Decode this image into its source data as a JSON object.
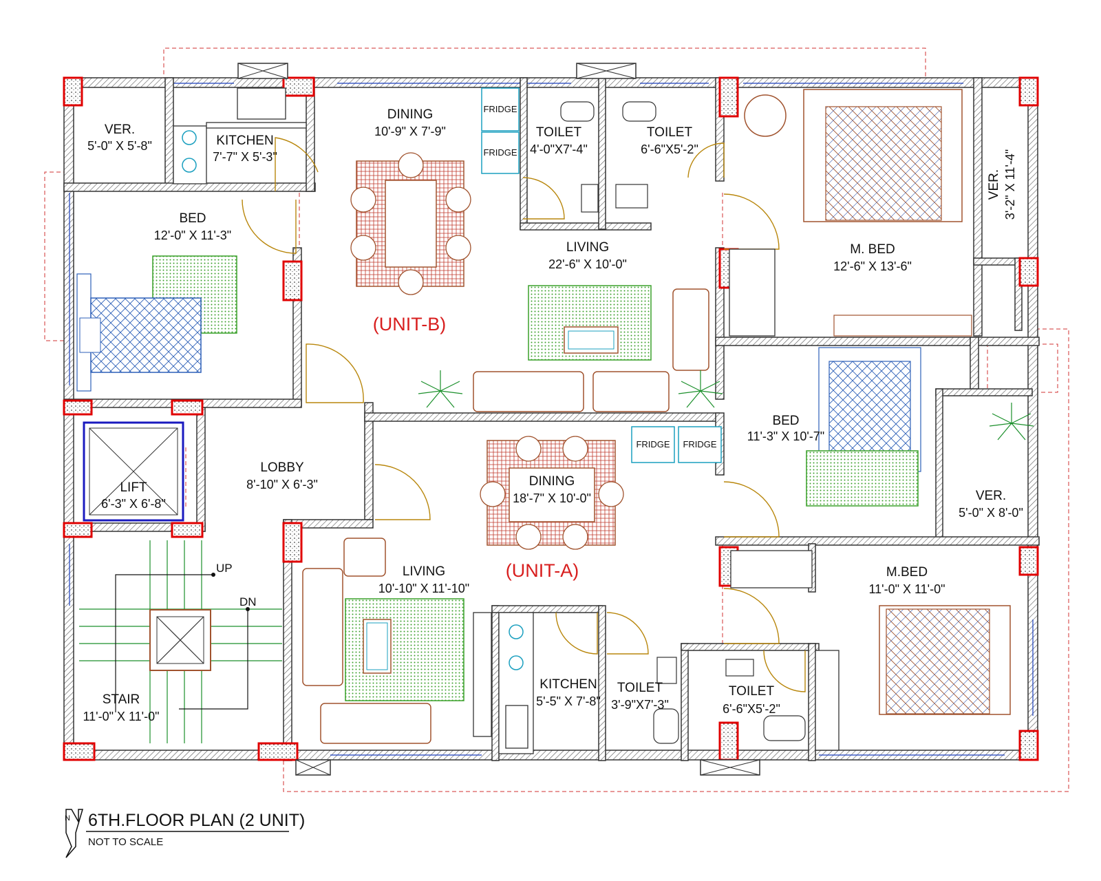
{
  "plan": {
    "title": "6TH.FLOOR PLAN (2 UNIT)",
    "subtitle": "NOT TO SCALE",
    "north_symbol": "N",
    "units": [
      {
        "label": "(UNIT-B)"
      },
      {
        "label": "(UNIT-A)"
      }
    ],
    "rooms": [
      {
        "id": "ver-b1",
        "name": "VER.",
        "dims": "5'-0\" X 5'-8\""
      },
      {
        "id": "kitchen-b",
        "name": "KITCHEN",
        "dims": "7'-7\" X 5'-3\""
      },
      {
        "id": "dining-b",
        "name": "DINING",
        "dims": "10'-9\" X 7'-9\""
      },
      {
        "id": "toilet-b1",
        "name": "TOILET",
        "dims": "4'-0\"X7'-4\""
      },
      {
        "id": "toilet-b2",
        "name": "TOILET",
        "dims": "6'-6\"X5'-2\""
      },
      {
        "id": "mbed-b",
        "name": "M. BED",
        "dims": "12'-6\" X 13'-6\""
      },
      {
        "id": "ver-b2",
        "name": "VER.",
        "dims": "3'-2\" X 11'-4\""
      },
      {
        "id": "bed-b",
        "name": "BED",
        "dims": "12'-0\" X 11'-3\""
      },
      {
        "id": "living-b",
        "name": "LIVING",
        "dims": "22'-6\" X 10'-0\""
      },
      {
        "id": "bed-a",
        "name": "BED",
        "dims": "11'-3\" X 10'-7\""
      },
      {
        "id": "ver-a",
        "name": "VER.",
        "dims": "5'-0\" X 8'-0\""
      },
      {
        "id": "lift",
        "name": "LIFT",
        "dims": "6'-3\" X 6'-8\""
      },
      {
        "id": "lobby",
        "name": "LOBBY",
        "dims": "8'-10\" X 6'-3\""
      },
      {
        "id": "dining-a",
        "name": "DINING",
        "dims": "18'-7\" X 10'-0\""
      },
      {
        "id": "living-a",
        "name": "LIVING",
        "dims": "10'-10\" X 11'-10\""
      },
      {
        "id": "mbed-a",
        "name": "M.BED",
        "dims": "11'-0\" X 11'-0\""
      },
      {
        "id": "stair",
        "name": "STAIR",
        "dims": "11'-0\" X 11'-0\""
      },
      {
        "id": "kitchen-a",
        "name": "KITCHEN",
        "dims": "5'-5\" X 7'-8\""
      },
      {
        "id": "toilet-a1",
        "name": "TOILET",
        "dims": "3'-9\"X7'-3\""
      },
      {
        "id": "toilet-a2",
        "name": "TOILET",
        "dims": "6'-6\"X5'-2\""
      }
    ],
    "fridge_label": "FRIDGE",
    "stair_up": "UP",
    "stair_down": "DN"
  }
}
